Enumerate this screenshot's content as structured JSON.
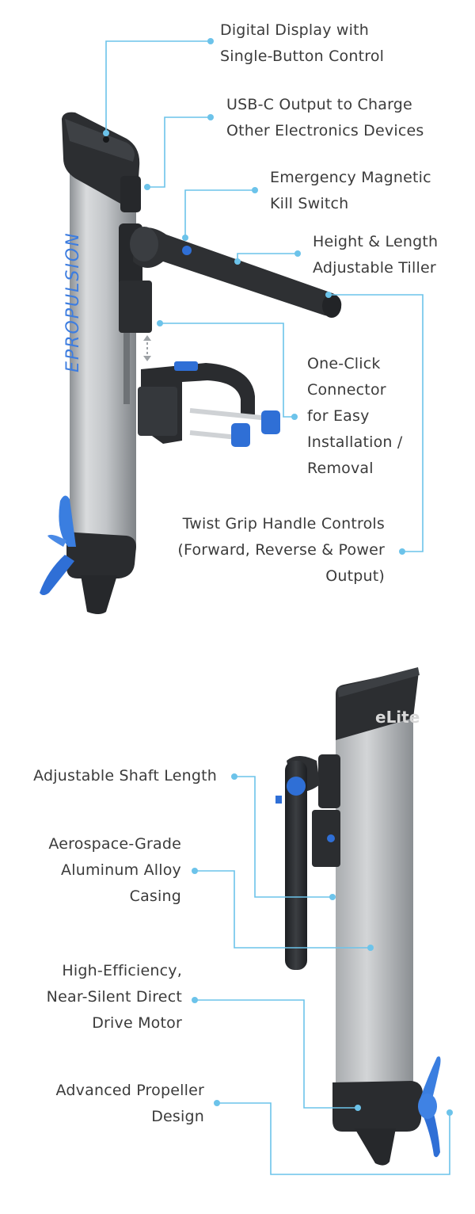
{
  "callouts_top": [
    {
      "lines": [
        "Digital Display with",
        "Single-Button Control"
      ]
    },
    {
      "lines": [
        "USB-C Output to Charge",
        "Other Electronics Devices"
      ]
    },
    {
      "lines": [
        "Emergency Magnetic",
        "Kill Switch"
      ]
    },
    {
      "lines": [
        "Height & Length",
        "Adjustable Tiller"
      ]
    },
    {
      "lines": [
        "One-Click",
        "Connector",
        "for Easy",
        "Installation /",
        "Removal"
      ]
    },
    {
      "lines": [
        "Twist Grip Handle Controls",
        "(Forward, Reverse & Power",
        "Output)"
      ]
    }
  ],
  "callouts_bottom": [
    {
      "lines": [
        "Adjustable Shaft Length"
      ]
    },
    {
      "lines": [
        "Aerospace-Grade",
        "Aluminum Alloy",
        "Casing"
      ]
    },
    {
      "lines": [
        "High-Efficiency,",
        "Near-Silent Direct",
        "Drive Motor"
      ]
    },
    {
      "lines": [
        "Advanced Propeller",
        "Design"
      ]
    }
  ],
  "brand": {
    "side_text": "EPROPULSION",
    "badge": "eLite"
  },
  "colors": {
    "leader": "#6cc3ea",
    "accent_blue": "#2f6fd6",
    "body_grey": "#b9bcbf",
    "dark": "#2b2d30"
  }
}
